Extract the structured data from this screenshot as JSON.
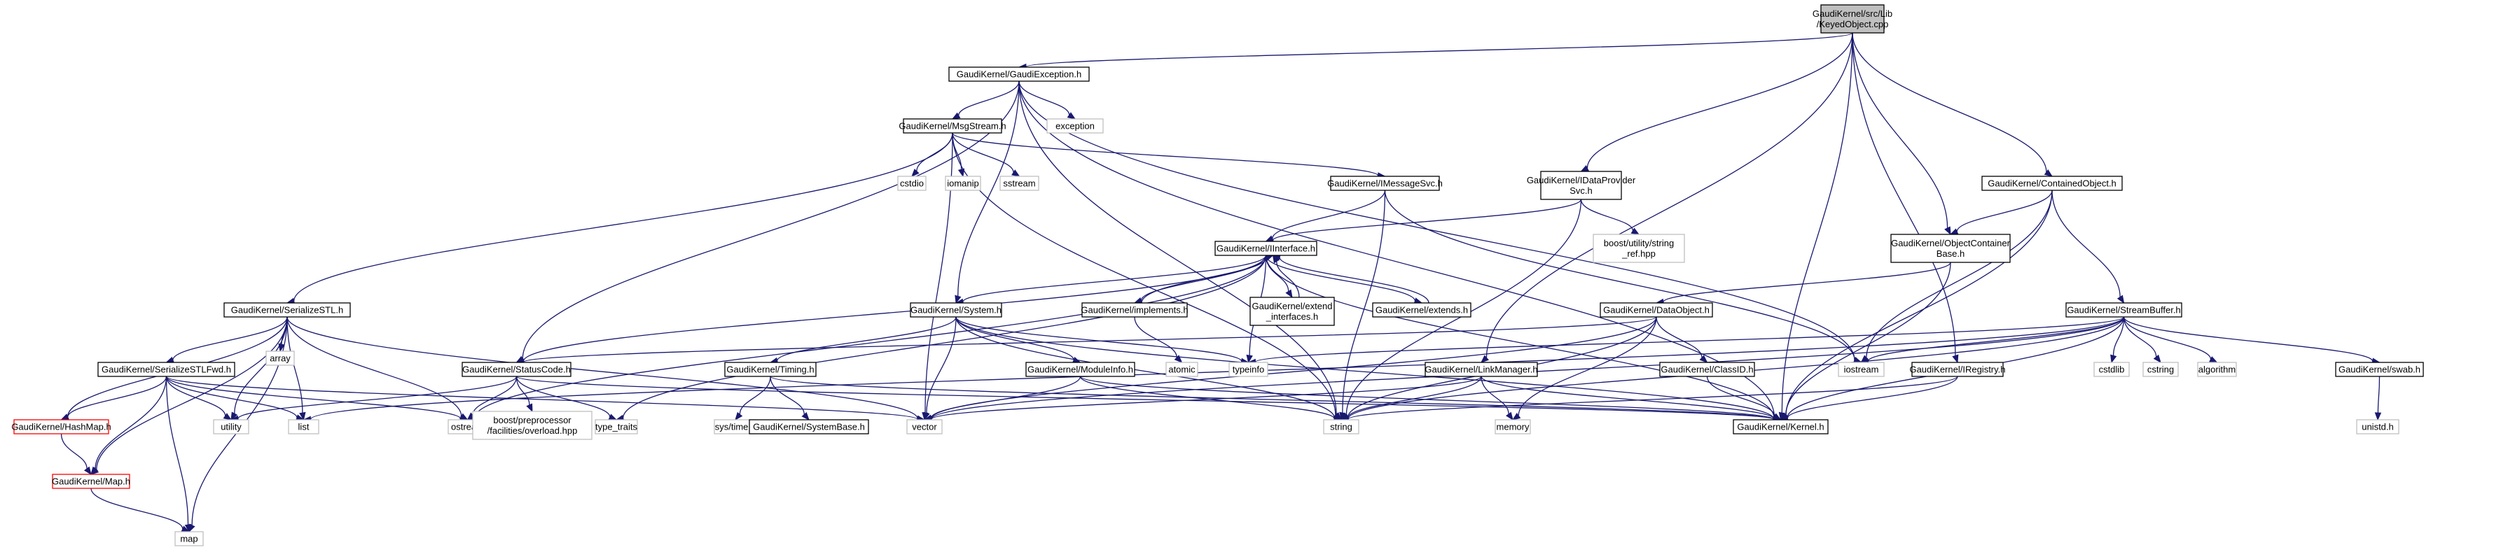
{
  "diagram": {
    "nodes": [
      {
        "id": "root",
        "lines": [
          "GaudiKernel/src/Lib",
          "/KeyedObject.cpp"
        ],
        "style": "root"
      },
      {
        "id": "exc",
        "lines": [
          "GaudiKernel/GaudiException.h"
        ],
        "style": "normal"
      },
      {
        "id": "exception",
        "lines": [
          "exception"
        ],
        "style": "grey"
      },
      {
        "id": "msgstream",
        "lines": [
          "GaudiKernel/MsgStream.h"
        ],
        "style": "normal"
      },
      {
        "id": "cstdio",
        "lines": [
          "cstdio"
        ],
        "style": "grey"
      },
      {
        "id": "iomanip",
        "lines": [
          "iomanip"
        ],
        "style": "grey"
      },
      {
        "id": "sstream",
        "lines": [
          "sstream"
        ],
        "style": "grey"
      },
      {
        "id": "imsgsvc",
        "lines": [
          "GaudiKernel/IMessageSvc.h"
        ],
        "style": "normal"
      },
      {
        "id": "idps",
        "lines": [
          "GaudiKernel/IDataProvider",
          "Svc.h"
        ],
        "style": "normal"
      },
      {
        "id": "boostref",
        "lines": [
          "boost/utility/string",
          "_ref.hpp"
        ],
        "style": "grey"
      },
      {
        "id": "contobj",
        "lines": [
          "GaudiKernel/ContainedObject.h"
        ],
        "style": "normal"
      },
      {
        "id": "ocb",
        "lines": [
          "GaudiKernel/ObjectContainer",
          "Base.h"
        ],
        "style": "normal"
      },
      {
        "id": "iiface",
        "lines": [
          "GaudiKernel/IInterface.h"
        ],
        "style": "normal"
      },
      {
        "id": "serstl",
        "lines": [
          "GaudiKernel/SerializeSTL.h"
        ],
        "style": "normal"
      },
      {
        "id": "system",
        "lines": [
          "GaudiKernel/System.h"
        ],
        "style": "normal"
      },
      {
        "id": "implements",
        "lines": [
          "GaudiKernel/implements.h"
        ],
        "style": "normal"
      },
      {
        "id": "extifaces",
        "lines": [
          "GaudiKernel/extend",
          "_interfaces.h"
        ],
        "style": "normal"
      },
      {
        "id": "extends",
        "lines": [
          "GaudiKernel/extends.h"
        ],
        "style": "normal"
      },
      {
        "id": "dataobj",
        "lines": [
          "GaudiKernel/DataObject.h"
        ],
        "style": "normal"
      },
      {
        "id": "streambuf",
        "lines": [
          "GaudiKernel/StreamBuffer.h"
        ],
        "style": "normal"
      },
      {
        "id": "array",
        "lines": [
          "array"
        ],
        "style": "grey"
      },
      {
        "id": "serstlfwd",
        "lines": [
          "GaudiKernel/SerializeSTLFwd.h"
        ],
        "style": "normal"
      },
      {
        "id": "statuscode",
        "lines": [
          "GaudiKernel/StatusCode.h"
        ],
        "style": "normal"
      },
      {
        "id": "timing",
        "lines": [
          "GaudiKernel/Timing.h"
        ],
        "style": "normal"
      },
      {
        "id": "moduleinfo",
        "lines": [
          "GaudiKernel/ModuleInfo.h"
        ],
        "style": "normal"
      },
      {
        "id": "atomic",
        "lines": [
          "atomic"
        ],
        "style": "grey"
      },
      {
        "id": "typeinfo",
        "lines": [
          "typeinfo"
        ],
        "style": "grey"
      },
      {
        "id": "linkmgr",
        "lines": [
          "GaudiKernel/LinkManager.h"
        ],
        "style": "normal"
      },
      {
        "id": "classid",
        "lines": [
          "GaudiKernel/ClassID.h"
        ],
        "style": "normal"
      },
      {
        "id": "iostream",
        "lines": [
          "iostream"
        ],
        "style": "grey"
      },
      {
        "id": "iregistry",
        "lines": [
          "GaudiKernel/IRegistry.h"
        ],
        "style": "normal"
      },
      {
        "id": "cstdlib",
        "lines": [
          "cstdlib"
        ],
        "style": "grey"
      },
      {
        "id": "cstring",
        "lines": [
          "cstring"
        ],
        "style": "grey"
      },
      {
        "id": "algorithm",
        "lines": [
          "algorithm"
        ],
        "style": "grey"
      },
      {
        "id": "swab",
        "lines": [
          "GaudiKernel/swab.h"
        ],
        "style": "normal"
      },
      {
        "id": "hashmap",
        "lines": [
          "GaudiKernel/HashMap.h"
        ],
        "style": "red"
      },
      {
        "id": "utility",
        "lines": [
          "utility"
        ],
        "style": "grey"
      },
      {
        "id": "list",
        "lines": [
          "list"
        ],
        "style": "grey"
      },
      {
        "id": "ostream",
        "lines": [
          "ostream"
        ],
        "style": "grey"
      },
      {
        "id": "boostpp",
        "lines": [
          "boost/preprocessor",
          "/facilities/overload.hpp"
        ],
        "style": "grey"
      },
      {
        "id": "typetraits",
        "lines": [
          "type_traits"
        ],
        "style": "grey"
      },
      {
        "id": "vector",
        "lines": [
          "vector"
        ],
        "style": "grey"
      },
      {
        "id": "systime",
        "lines": [
          "sys/time.h"
        ],
        "style": "grey"
      },
      {
        "id": "sysbase",
        "lines": [
          "GaudiKernel/SystemBase.h"
        ],
        "style": "normal"
      },
      {
        "id": "string",
        "lines": [
          "string"
        ],
        "style": "grey"
      },
      {
        "id": "memory",
        "lines": [
          "memory"
        ],
        "style": "grey"
      },
      {
        "id": "kernel",
        "lines": [
          "GaudiKernel/Kernel.h"
        ],
        "style": "normal"
      },
      {
        "id": "unistd",
        "lines": [
          "unistd.h"
        ],
        "style": "grey"
      },
      {
        "id": "map_h",
        "lines": [
          "GaudiKernel/Map.h"
        ],
        "style": "red"
      },
      {
        "id": "map",
        "lines": [
          "map"
        ],
        "style": "grey"
      }
    ],
    "edges": [
      [
        "root",
        "exc"
      ],
      [
        "root",
        "idps"
      ],
      [
        "root",
        "linkmgr"
      ],
      [
        "root",
        "ocb"
      ],
      [
        "root",
        "contobj"
      ],
      [
        "root",
        "iregistry"
      ],
      [
        "root",
        "kernel"
      ],
      [
        "exc",
        "exception"
      ],
      [
        "exc",
        "msgstream"
      ],
      [
        "exc",
        "system"
      ],
      [
        "exc",
        "statuscode"
      ],
      [
        "exc",
        "string"
      ],
      [
        "exc",
        "iostream"
      ],
      [
        "exc",
        "kernel"
      ],
      [
        "msgstream",
        "serstl"
      ],
      [
        "msgstream",
        "cstdio"
      ],
      [
        "msgstream",
        "iomanip"
      ],
      [
        "msgstream",
        "sstream"
      ],
      [
        "msgstream",
        "imsgsvc"
      ],
      [
        "msgstream",
        "vector"
      ],
      [
        "msgstream",
        "string"
      ],
      [
        "imsgsvc",
        "iiface"
      ],
      [
        "imsgsvc",
        "string"
      ],
      [
        "imsgsvc",
        "iostream"
      ],
      [
        "idps",
        "iiface"
      ],
      [
        "idps",
        "boostref"
      ],
      [
        "idps",
        "string"
      ],
      [
        "contobj",
        "ocb"
      ],
      [
        "contobj",
        "streambuf"
      ],
      [
        "contobj",
        "iostream"
      ],
      [
        "contobj",
        "kernel"
      ],
      [
        "ocb",
        "dataobj"
      ],
      [
        "ocb",
        "kernel"
      ],
      [
        "iiface",
        "system"
      ],
      [
        "iiface",
        "implements"
      ],
      [
        "iiface",
        "extifaces"
      ],
      [
        "iiface",
        "extends"
      ],
      [
        "iiface",
        "statuscode"
      ],
      [
        "iiface",
        "ostream"
      ],
      [
        "iiface",
        "typetraits"
      ],
      [
        "iiface",
        "typeinfo"
      ],
      [
        "iiface",
        "kernel"
      ],
      [
        "implements",
        "iiface"
      ],
      [
        "extifaces",
        "iiface"
      ],
      [
        "extends",
        "iiface"
      ],
      [
        "implements",
        "atomic"
      ],
      [
        "system",
        "timing"
      ],
      [
        "system",
        "moduleinfo"
      ],
      [
        "system",
        "kernel"
      ],
      [
        "system",
        "typeinfo"
      ],
      [
        "system",
        "vector"
      ],
      [
        "system",
        "string"
      ],
      [
        "serstl",
        "serstlfwd"
      ],
      [
        "serstl",
        "hashmap"
      ],
      [
        "serstl",
        "map_h"
      ],
      [
        "serstl",
        "array"
      ],
      [
        "serstl",
        "list"
      ],
      [
        "serstl",
        "ostream"
      ],
      [
        "serstl",
        "map"
      ],
      [
        "serstl",
        "utility"
      ],
      [
        "serstl",
        "vector"
      ],
      [
        "serstlfwd",
        "hashmap"
      ],
      [
        "serstlfwd",
        "map_h"
      ],
      [
        "serstlfwd",
        "utility"
      ],
      [
        "serstlfwd",
        "list"
      ],
      [
        "serstlfwd",
        "ostream"
      ],
      [
        "serstlfwd",
        "map"
      ],
      [
        "serstlfwd",
        "vector"
      ],
      [
        "hashmap",
        "map_h"
      ],
      [
        "map_h",
        "map"
      ],
      [
        "statuscode",
        "ostream"
      ],
      [
        "statuscode",
        "boostpp"
      ],
      [
        "statuscode",
        "typetraits"
      ],
      [
        "statuscode",
        "utility"
      ],
      [
        "statuscode",
        "kernel"
      ],
      [
        "timing",
        "systime"
      ],
      [
        "timing",
        "sysbase"
      ],
      [
        "timing",
        "kernel"
      ],
      [
        "moduleinfo",
        "string"
      ],
      [
        "moduleinfo",
        "vector"
      ],
      [
        "moduleinfo",
        "kernel"
      ],
      [
        "dataobj",
        "classid"
      ],
      [
        "dataobj",
        "statuscode"
      ],
      [
        "dataobj",
        "string"
      ],
      [
        "dataobj",
        "memory"
      ],
      [
        "dataobj",
        "vector"
      ],
      [
        "classid",
        "kernel"
      ],
      [
        "linkmgr",
        "string"
      ],
      [
        "linkmgr",
        "vector"
      ],
      [
        "linkmgr",
        "memory"
      ],
      [
        "linkmgr",
        "kernel"
      ],
      [
        "iregistry",
        "string"
      ],
      [
        "iregistry",
        "kernel"
      ],
      [
        "streambuf",
        "list"
      ],
      [
        "streambuf",
        "vector"
      ],
      [
        "streambuf",
        "string"
      ],
      [
        "streambuf",
        "typeinfo"
      ],
      [
        "streambuf",
        "iostream"
      ],
      [
        "streambuf",
        "cstdlib"
      ],
      [
        "streambuf",
        "cstring"
      ],
      [
        "streambuf",
        "algorithm"
      ],
      [
        "streambuf",
        "swab"
      ],
      [
        "streambuf",
        "kernel"
      ],
      [
        "swab",
        "unistd"
      ]
    ]
  }
}
